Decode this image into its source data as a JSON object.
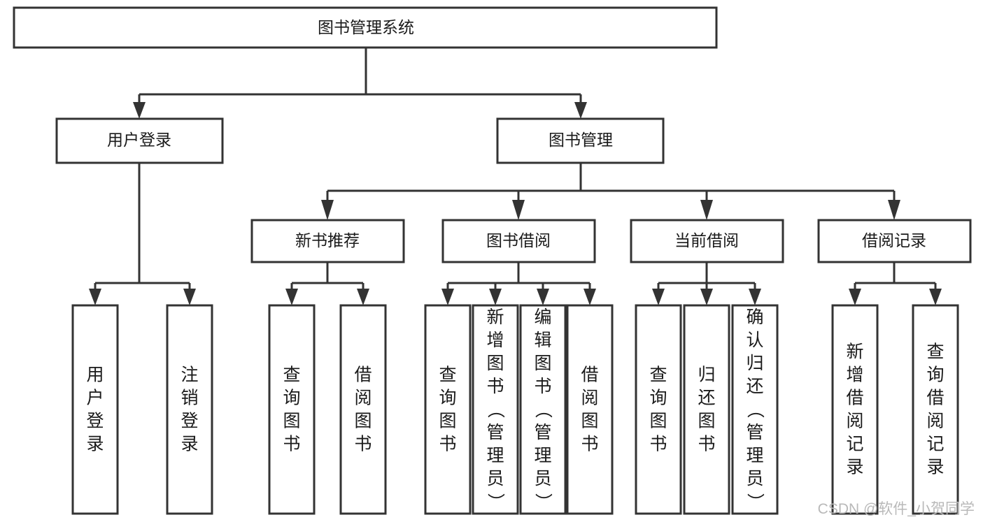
{
  "diagram": {
    "title": "图书管理系统",
    "root": {
      "id": "root",
      "label": "图书管理系统"
    },
    "level2": [
      {
        "id": "user-login",
        "label": "用户登录"
      },
      {
        "id": "book-management",
        "label": "图书管理"
      }
    ],
    "level3": [
      {
        "id": "new-book-recommend",
        "label": "新书推荐",
        "parent": "book-management"
      },
      {
        "id": "book-borrow",
        "label": "图书借阅",
        "parent": "book-management"
      },
      {
        "id": "current-borrow",
        "label": "当前借阅",
        "parent": "book-management"
      },
      {
        "id": "borrow-record",
        "label": "借阅记录",
        "parent": "book-management"
      }
    ],
    "leaves": [
      {
        "id": "leaf-user-login",
        "label": "用户登录",
        "parent": "user-login"
      },
      {
        "id": "leaf-logout",
        "label": "注销登录",
        "parent": "user-login"
      },
      {
        "id": "leaf-query-book-1",
        "label": "查询图书",
        "parent": "new-book-recommend"
      },
      {
        "id": "leaf-borrow-book-1",
        "label": "借阅图书",
        "parent": "new-book-recommend"
      },
      {
        "id": "leaf-query-book-2",
        "label": "查询图书",
        "parent": "book-borrow"
      },
      {
        "id": "leaf-add-book",
        "label": "新增图书（管理员）",
        "parent": "book-borrow"
      },
      {
        "id": "leaf-edit-book",
        "label": "编辑图书（管理员）",
        "parent": "book-borrow"
      },
      {
        "id": "leaf-borrow-book-2",
        "label": "借阅图书",
        "parent": "book-borrow"
      },
      {
        "id": "leaf-query-book-3",
        "label": "查询图书",
        "parent": "current-borrow"
      },
      {
        "id": "leaf-return-book",
        "label": "归还图书",
        "parent": "current-borrow"
      },
      {
        "id": "leaf-confirm-return",
        "label": "确认归还（管理员）",
        "parent": "current-borrow"
      },
      {
        "id": "leaf-add-record",
        "label": "新增借阅记录",
        "parent": "borrow-record"
      },
      {
        "id": "leaf-query-record",
        "label": "查询借阅记录",
        "parent": "borrow-record"
      }
    ],
    "watermark": "CSDN @软件_小贺同学",
    "colors": {
      "stroke": "#333333",
      "fill": "#ffffff",
      "text": "#1a1a1a",
      "watermark": "#b9b9b9"
    }
  }
}
